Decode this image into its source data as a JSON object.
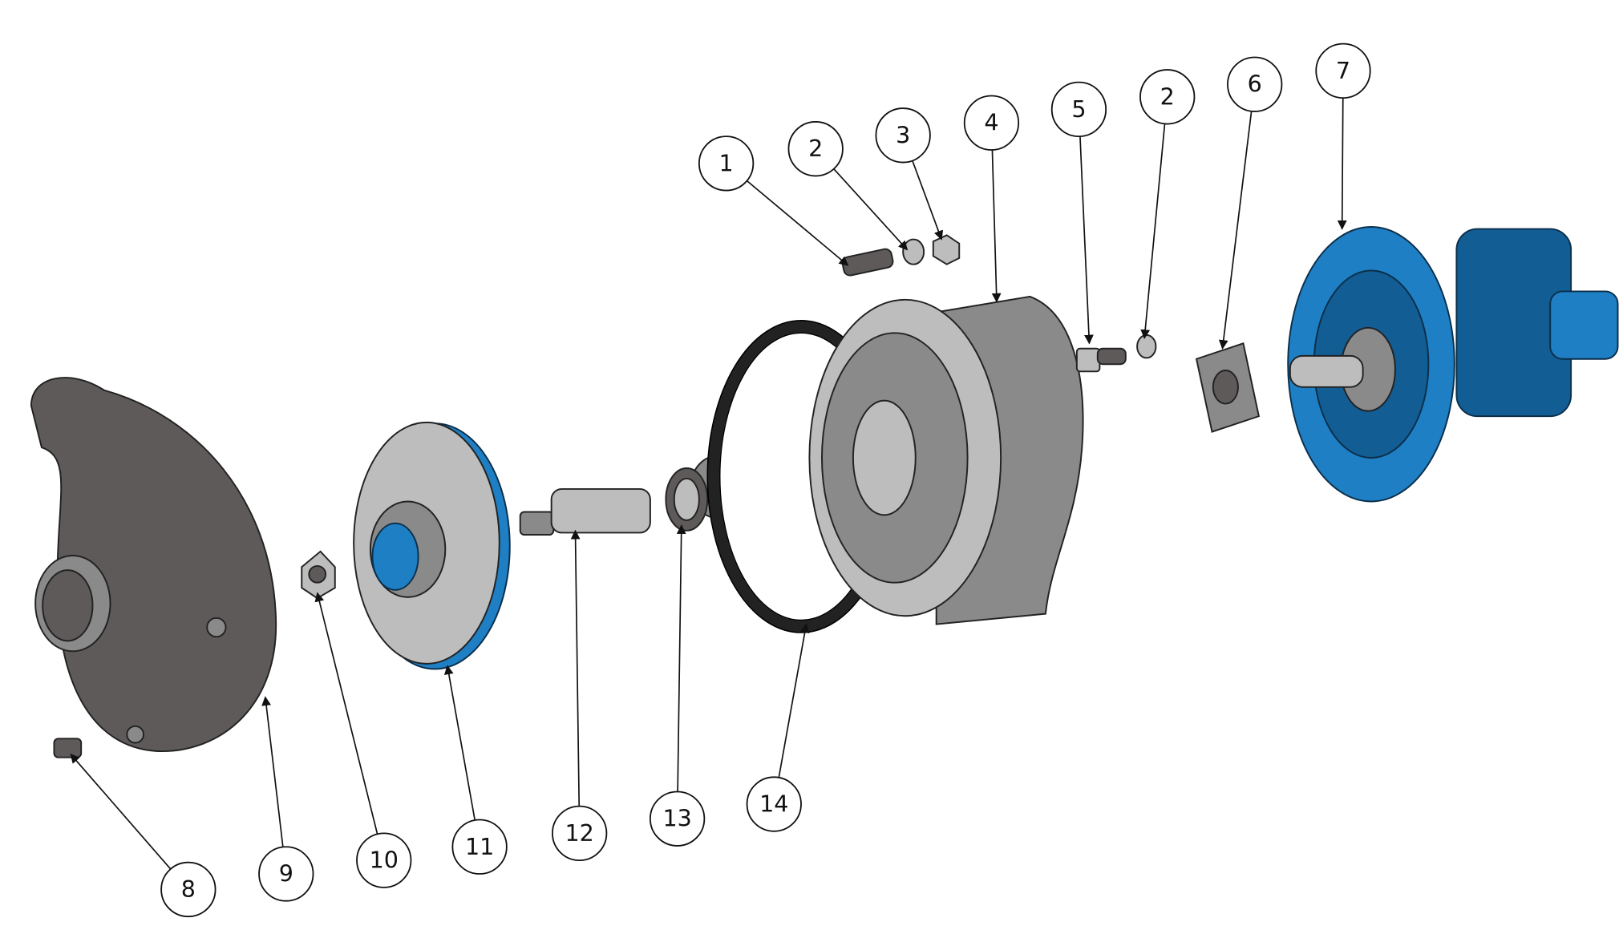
{
  "diagram": {
    "type": "exploded-view",
    "balloons": [
      {
        "id": "b1",
        "label": "1"
      },
      {
        "id": "b2a",
        "label": "2"
      },
      {
        "id": "b3",
        "label": "3"
      },
      {
        "id": "b4",
        "label": "4"
      },
      {
        "id": "b5",
        "label": "5"
      },
      {
        "id": "b2b",
        "label": "2"
      },
      {
        "id": "b6",
        "label": "6"
      },
      {
        "id": "b7",
        "label": "7"
      },
      {
        "id": "b8",
        "label": "8"
      },
      {
        "id": "b9",
        "label": "9"
      },
      {
        "id": "b10",
        "label": "10"
      },
      {
        "id": "b11",
        "label": "11"
      },
      {
        "id": "b12",
        "label": "12"
      },
      {
        "id": "b13",
        "label": "13"
      },
      {
        "id": "b14",
        "label": "14"
      }
    ],
    "colors": {
      "motor": "#1f7fc4",
      "casting": "#8a8a8a",
      "volute": "#5e5a5a",
      "gasket": "#222222"
    }
  }
}
